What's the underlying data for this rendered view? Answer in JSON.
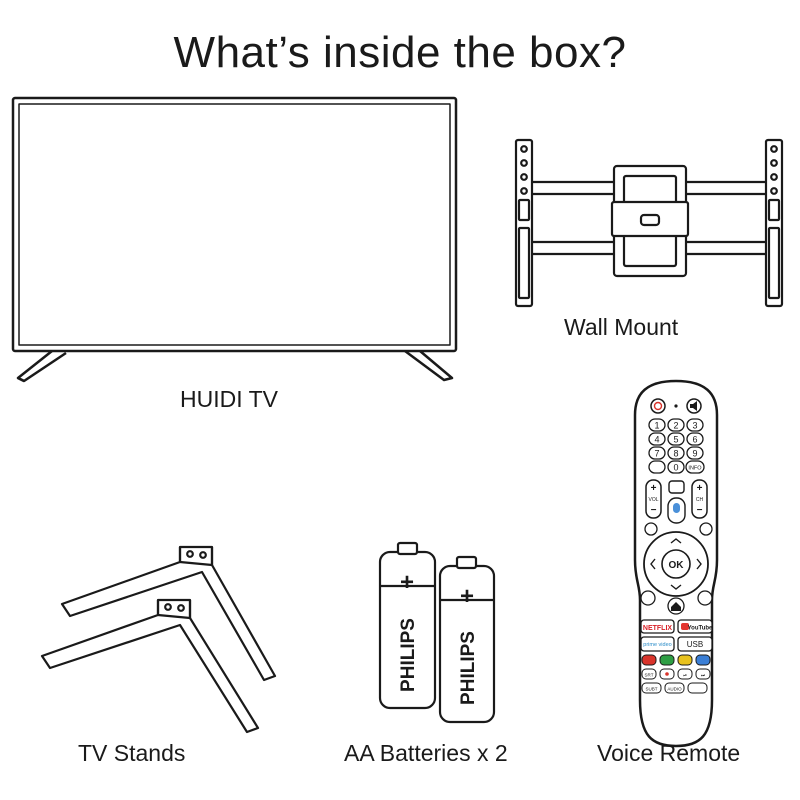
{
  "title": "What’s inside the box?",
  "items": {
    "tv": {
      "label": "HUIDI TV"
    },
    "wall_mount": {
      "label": "Wall Mount"
    },
    "stands": {
      "label": "TV Stands"
    },
    "batteries": {
      "label": "AA Batteries x 2",
      "brand": "PHILIPS",
      "polarity": "+"
    },
    "remote": {
      "label": "Voice Remote",
      "keys": {
        "digits": [
          "1",
          "2",
          "3",
          "4",
          "5",
          "6",
          "7",
          "8",
          "9",
          "0"
        ],
        "info": "INFO",
        "vol": "VOL",
        "ch": "CH",
        "plus": "+",
        "minus": "−",
        "ok": "OK",
        "netflix": "NETFLIX",
        "youtube": "YouTube",
        "prime": "prime video",
        "usb": "USB",
        "row1": [
          "SRT",
          "",
          "⏯",
          "⏭"
        ],
        "row2": [
          "SUBT",
          "AUDIO",
          ""
        ]
      }
    }
  },
  "colors": {
    "line": "#1a1a1a",
    "power": "#d9342b",
    "netflix": "#d81f26",
    "youtube": "#e3342f",
    "prime": "#2a8cc8",
    "mic": "#4a90d9",
    "color_keys": [
      "#d9342b",
      "#2e9e44",
      "#e8c21e",
      "#3b7fd6"
    ]
  }
}
